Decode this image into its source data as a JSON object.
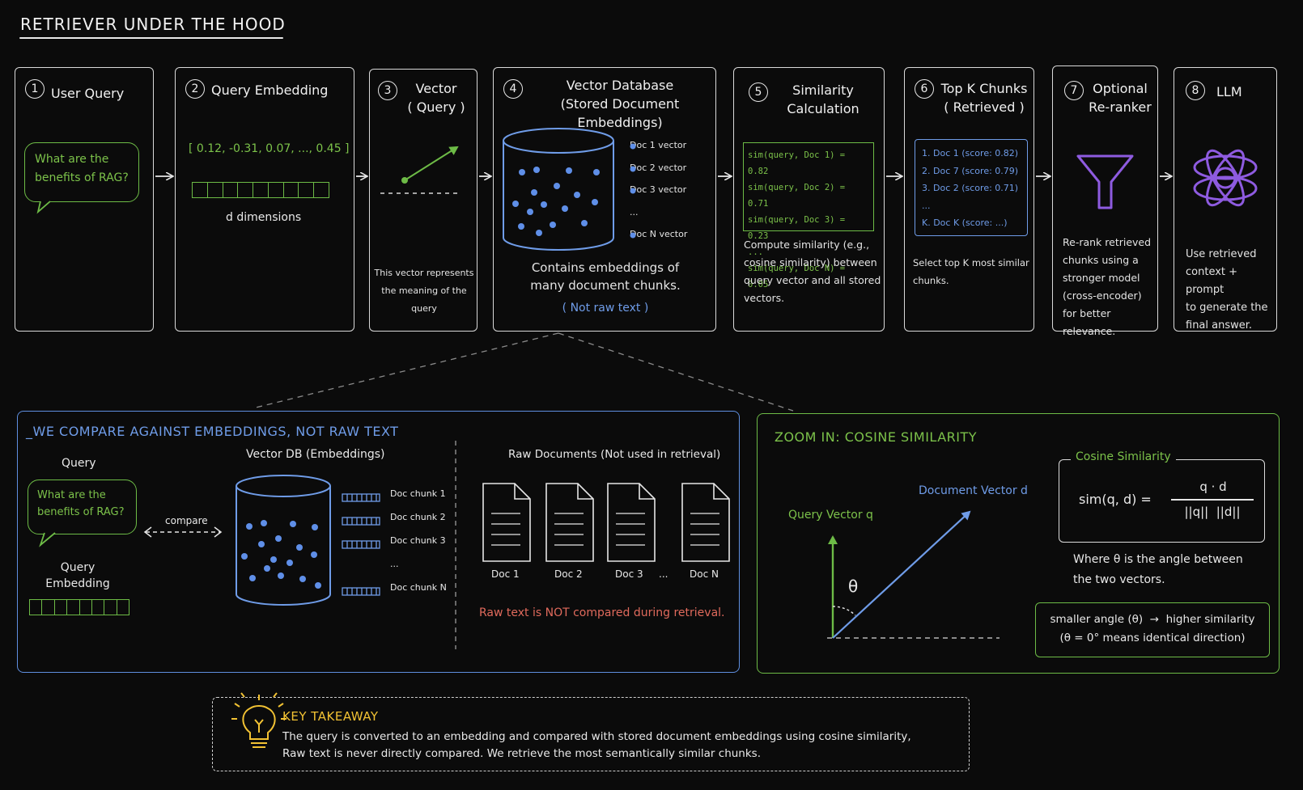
{
  "title": "RETRIEVER UNDER THE HOOD",
  "steps": [
    {
      "num": "1",
      "title": "User Query",
      "bubble": [
        "What are the",
        "benefits of RAG?"
      ]
    },
    {
      "num": "2",
      "title": "Query Embedding",
      "vector": "[ 0.12, -0.31, 0.07, ..., 0.45 ]",
      "caption": "d dimensions"
    },
    {
      "num": "3",
      "title_lines": [
        "Vector",
        "( Query )"
      ],
      "desc": [
        "This vector represents",
        "the meaning of the query"
      ]
    },
    {
      "num": "4",
      "title_lines": [
        "Vector Database",
        "(Stored Document Embeddings)"
      ],
      "docs": [
        "Doc 1 vector",
        "Doc 2 vector",
        "Doc 3 vector",
        "...",
        "Doc N vector"
      ],
      "desc": [
        "Contains embeddings of",
        "many document chunks."
      ],
      "note": "( Not raw text )"
    },
    {
      "num": "5",
      "title_lines": [
        "Similarity",
        "Calculation"
      ],
      "scores": [
        "sim(query, Doc 1) = 0.82",
        "sim(query, Doc 2) = 0.71",
        "sim(query, Doc 3) = 0.23",
        "...",
        "sim(query, Doc N) = 0.05"
      ],
      "desc": [
        "Compute similarity (e.g.,",
        "cosine similarity) between",
        "query vector and all stored",
        "vectors."
      ]
    },
    {
      "num": "6",
      "title_lines": [
        "Top K Chunks",
        "( Retrieved )"
      ],
      "list": [
        "1. Doc 1 (score: 0.82)",
        "2. Doc 7 (score: 0.79)",
        "3. Doc 2 (score: 0.71)",
        "...",
        "K. Doc K (score: ...)"
      ],
      "desc": [
        "Select top K most similar",
        "chunks."
      ]
    },
    {
      "num": "7",
      "title_lines": [
        "Optional",
        "Re-ranker"
      ],
      "desc": [
        "Re-rank retrieved",
        "chunks using a",
        "stronger model",
        "(cross-encoder)",
        "for better relevance."
      ]
    },
    {
      "num": "8",
      "title": "LLM",
      "desc": [
        "Use retrieved",
        "context + prompt",
        "to generate the",
        "final answer."
      ]
    }
  ],
  "compare_panel": {
    "title": "_WE COMPARE AGAINST EMBEDDINGS, NOT RAW TEXT",
    "query_label": "Query",
    "bubble": [
      "What are the",
      "benefits of RAG?"
    ],
    "compare_label": "compare",
    "embedding_label": [
      "Query",
      "Embedding"
    ],
    "db_label": "Vector DB (Embeddings)",
    "chunks": [
      "Doc chunk 1",
      "Doc chunk 2",
      "Doc chunk 3",
      "...",
      "Doc chunk N"
    ],
    "raw_label": "Raw Documents (Not used in retrieval)",
    "raw_docs": [
      "Doc 1",
      "Doc 2",
      "Doc 3",
      "...",
      "Doc N"
    ],
    "warning": "Raw text is NOT compared during retrieval."
  },
  "cosine_panel": {
    "title": "ZOOM IN: COSINE SIMILARITY",
    "query_vector": "Query Vector  q",
    "doc_vector": "Document Vector  d",
    "theta": "θ",
    "formula_title": "Cosine Similarity",
    "formula_lhs": "sim(q, d) =",
    "formula_num": "q · d",
    "formula_den": "||q||  ||d||",
    "where": [
      "Where θ is the angle between",
      "the two vectors."
    ],
    "rule": [
      "smaller angle (θ)  →  higher similarity",
      "(θ = 0° means identical direction)"
    ]
  },
  "takeaway": {
    "heading": "KEY TAKEAWAY",
    "lines": [
      "The query is converted to an embedding and compared with stored document embeddings using cosine similarity,",
      "Raw text is never directly compared. We retrieve the most semantically similar chunks."
    ]
  },
  "colors": {
    "green": "#7cc24a",
    "blue": "#6f9ce8",
    "purple": "#8e5be0",
    "red": "#e06a5c",
    "yellow": "#f2c233"
  }
}
